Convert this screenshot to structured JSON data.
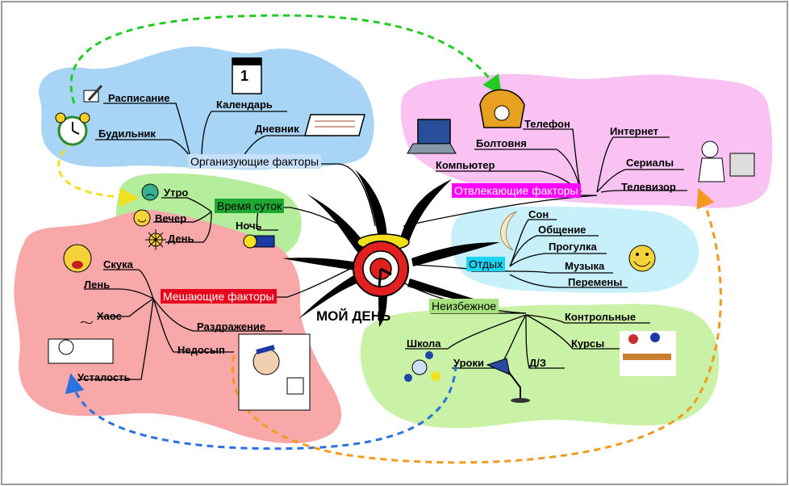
{
  "center": {
    "title": "МОЙ ДЕНЬ"
  },
  "colors": {
    "blue_cloud": "#a8d4f5",
    "pink_cloud": "#f9c2f3",
    "green_cloud": "#b4ee9c",
    "cyan_cloud": "#c8f0fa",
    "red_cloud": "#f8a8a8",
    "lime_cloud": "#c9f2a6",
    "arrow_green": "#22cc22",
    "arrow_yellow": "#f0e020",
    "arrow_blue": "#2a72e0",
    "arrow_orange": "#f29a1e"
  },
  "branches": {
    "organizing": {
      "hub": "Организующие факторы",
      "hub_color": "#c6e0f9",
      "items": [
        "Расписание",
        "Будильник",
        "Календарь",
        "Дневник"
      ]
    },
    "distracting": {
      "hub": "Отвлекающие факторы",
      "hub_color": "#ff00ff",
      "items": [
        "Телефон",
        "Болтовня",
        "Компьютер",
        "Интернет",
        "Сериалы",
        "Телевизор"
      ]
    },
    "time_of_day": {
      "hub": "Время суток",
      "hub_color": "#1ea832",
      "items": [
        "Утро",
        "Вечер",
        "День",
        "Ночь"
      ]
    },
    "rest": {
      "hub": "Отдых",
      "hub_color": "#19d4f2",
      "items": [
        "Сон",
        "Общение",
        "Прогулка",
        "Музыка",
        "Перемены"
      ]
    },
    "interfering": {
      "hub": "Мешающие факторы",
      "hub_color": "#e8061e",
      "items": [
        "Скука",
        "Лень",
        "Хаос",
        "Раздражение",
        "Недосып",
        "Усталость"
      ]
    },
    "inevitable": {
      "hub": "Неизбежное",
      "hub_color": "#a6e27e",
      "items": [
        "Контрольные",
        "Курсы",
        "Школа",
        "Уроки",
        "Д/З"
      ]
    }
  },
  "icons": [
    "calendar-icon",
    "diary-icon",
    "alarm-clock-icon",
    "pencil-note-icon",
    "telephone-icon",
    "laptop-icon",
    "tv-viewer-icon",
    "sad-face-icon",
    "smile-face-icon",
    "sun-icon",
    "flashlight-icon",
    "moon-icon",
    "music-smiley-icon",
    "crying-face-icon",
    "tired-person-icon",
    "waking-person-icon",
    "molecule-icon",
    "desk-lamp-icon",
    "classroom-icon",
    "central-clock-icon"
  ]
}
